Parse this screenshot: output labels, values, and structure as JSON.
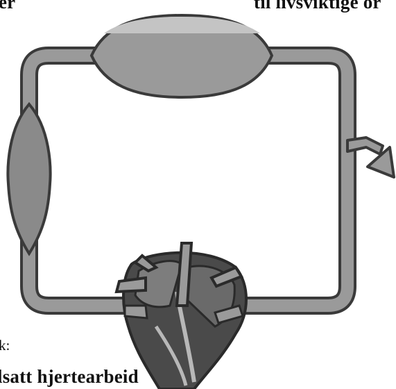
{
  "texts": {
    "top_left": "er",
    "top_right": "til livsviktige or",
    "bottom_prefix": "k:",
    "bottom": "lsatt hjertearbeid"
  },
  "colors": {
    "outline": "#3a3a3a",
    "vessel_fill": "#9a9a9a",
    "heart_dark": "#4a4a4a",
    "heart_mid": "#7d7d7d",
    "heart_light": "#b8b8b8"
  }
}
